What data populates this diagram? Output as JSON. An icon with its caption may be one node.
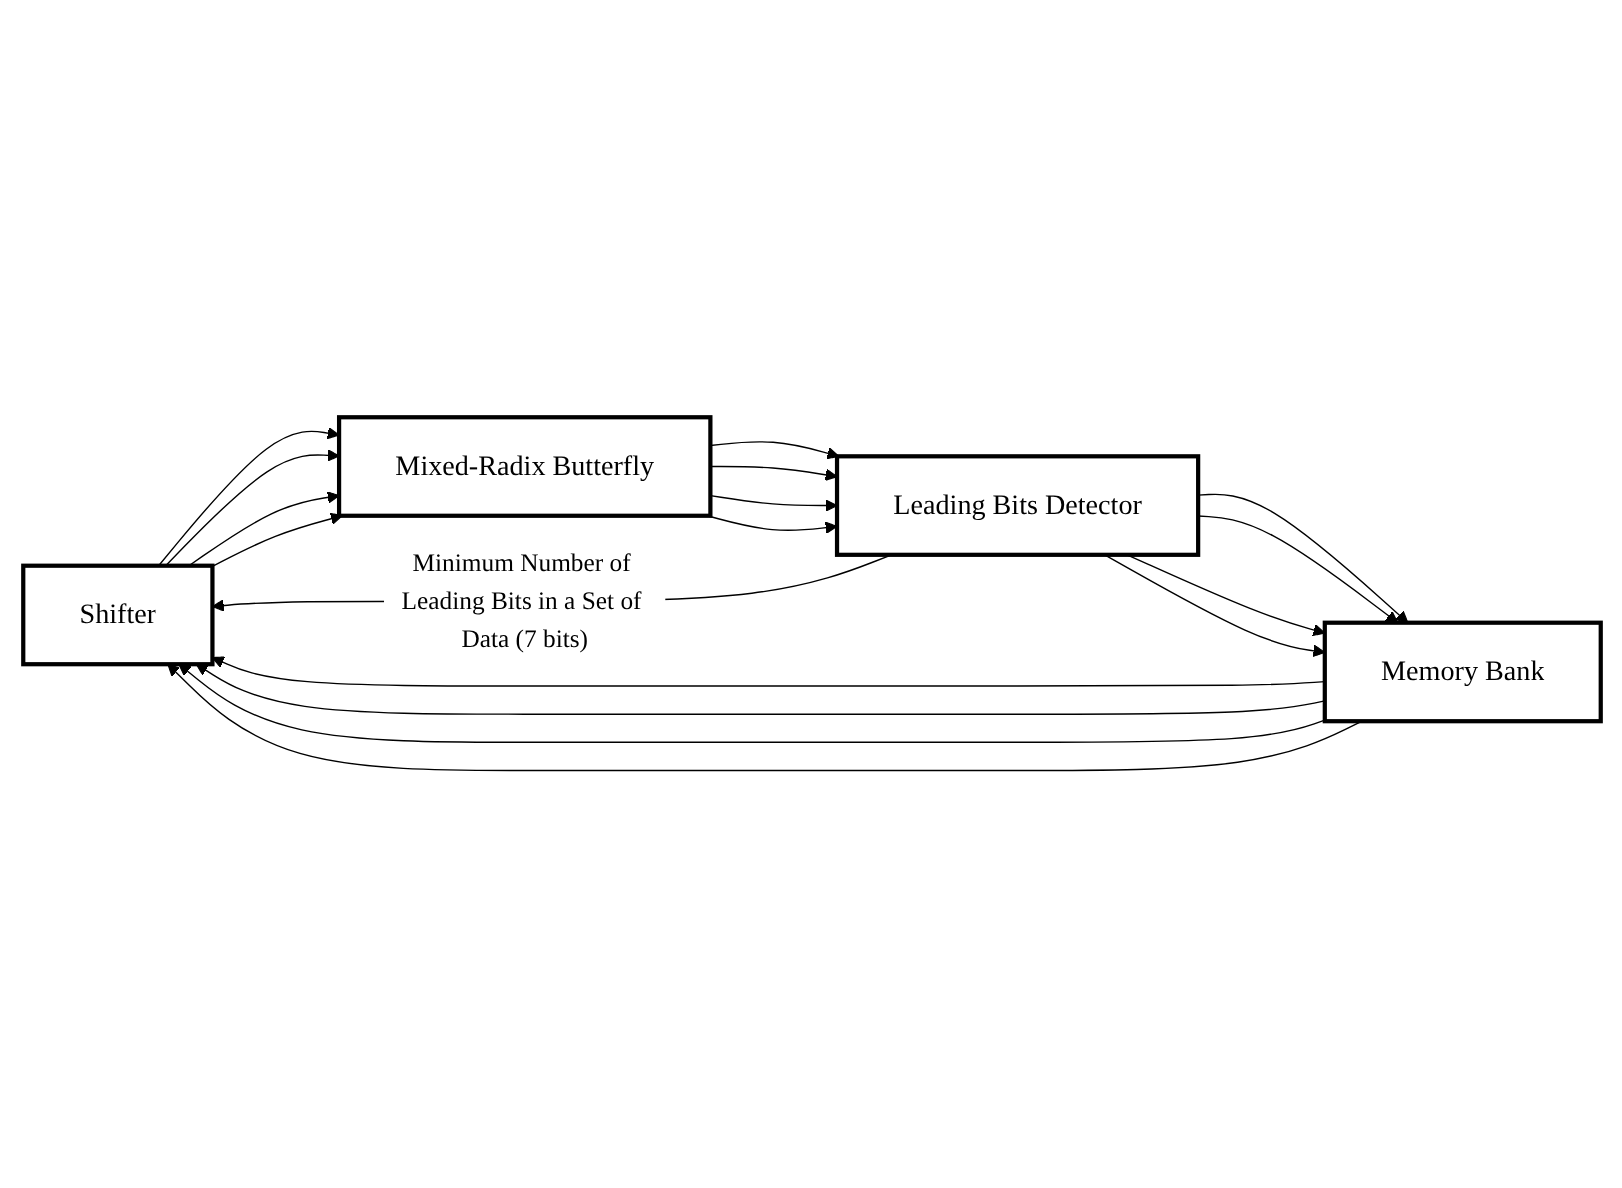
{
  "diagram": {
    "nodes": [
      {
        "text": [
          "Shifter"
        ]
      },
      {
        "text": [
          "Mixed-Radix Butterfly"
        ]
      },
      {
        "text": [
          "Leading Bits Detector"
        ]
      },
      {
        "text": [
          "Memory Bank"
        ]
      }
    ],
    "edges": [
      {
        "from": 0,
        "to": 1,
        "arrow": "to"
      },
      {
        "from": 0,
        "to": 1,
        "arrow": "to"
      },
      {
        "from": 0,
        "to": 1,
        "arrow": "to"
      },
      {
        "from": 0,
        "to": 1,
        "arrow": "to"
      },
      {
        "from": 1,
        "to": 2,
        "arrow": "to"
      },
      {
        "from": 1,
        "to": 2,
        "arrow": "to"
      },
      {
        "from": 1,
        "to": 2,
        "arrow": "to"
      },
      {
        "from": 1,
        "to": 2,
        "arrow": "to"
      },
      {
        "from": 2,
        "to": 0,
        "arrow": "to",
        "label": "Minimum Number of Leading Bits in a Set of Data (7 bits)"
      },
      {
        "from": 2,
        "to": 3,
        "arrow": "to"
      },
      {
        "from": 2,
        "to": 3,
        "arrow": "to"
      },
      {
        "from": 2,
        "to": 3,
        "arrow": "to"
      },
      {
        "from": 2,
        "to": 3,
        "arrow": "to"
      },
      {
        "from": 3,
        "to": 0,
        "arrow": "to"
      },
      {
        "from": 3,
        "to": 0,
        "arrow": "to"
      },
      {
        "from": 3,
        "to": 0,
        "arrow": "to"
      },
      {
        "from": 3,
        "to": 0,
        "arrow": "to"
      }
    ]
  }
}
